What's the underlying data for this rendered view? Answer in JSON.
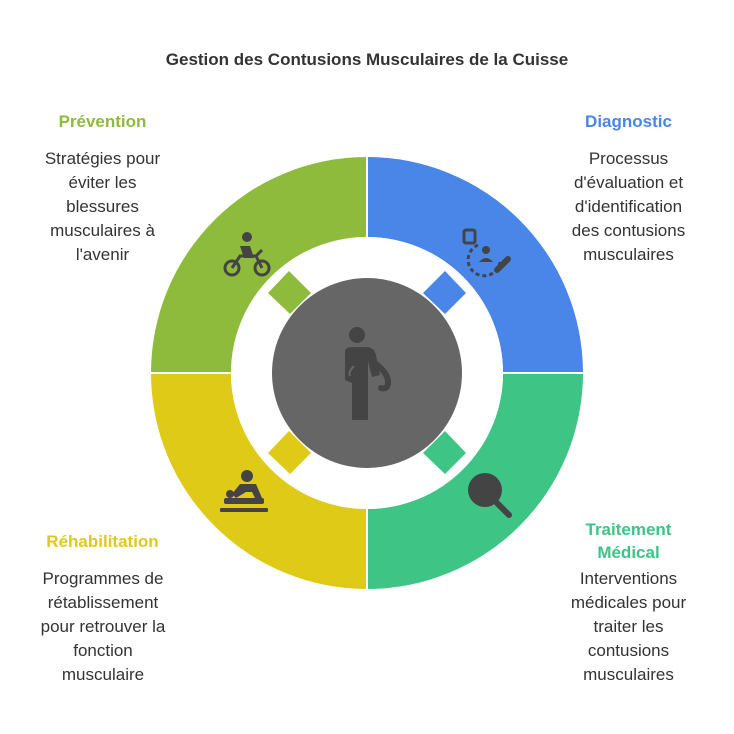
{
  "title": "Gestion des Contusions Musculaires de la Cuisse",
  "colors": {
    "prevention": "#8fbb3c",
    "diagnostic": "#4a86e8",
    "traitement": "#3ec585",
    "rehabilitation": "#dfca18",
    "center": "#666666",
    "icon": "#444444"
  },
  "sections": {
    "prevention": {
      "title": "Prévention",
      "lines": [
        "Stratégies pour",
        "éviter les",
        "blessures",
        "musculaires à",
        "l'avenir"
      ],
      "icon": "motorcycle-icon"
    },
    "diagnostic": {
      "title": "Diagnostic",
      "lines": [
        "Processus",
        "d'évaluation et",
        "d'identification",
        "des contusions",
        "musculaires"
      ],
      "icon": "patient-diagnosis-icon"
    },
    "traitement": {
      "title_lines": [
        "Traitement",
        "Médical"
      ],
      "lines": [
        "Interventions",
        "médicales pour",
        "traiter les",
        "contusions",
        "musculaires"
      ],
      "icon": "magnifier-icon"
    },
    "rehabilitation": {
      "title": "Réhabilitation",
      "lines": [
        "Programmes de",
        "rétablissement",
        "pour retrouver la",
        "fonction",
        "musculaire"
      ],
      "icon": "massage-icon"
    }
  },
  "center_icon": "injured-person-icon"
}
